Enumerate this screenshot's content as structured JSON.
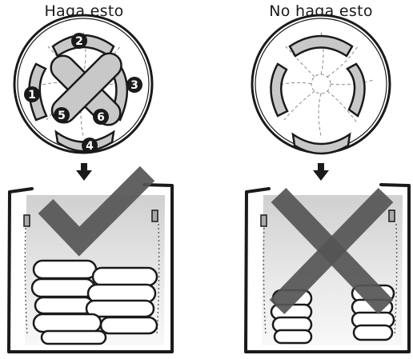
{
  "panels": {
    "left": {
      "title": "Haga esto"
    },
    "right": {
      "title": "No haga esto"
    }
  },
  "load_order": [
    "1",
    "2",
    "3",
    "4",
    "5",
    "6"
  ],
  "colors": {
    "outline": "#1a1a1a",
    "mark": "#555555",
    "item_fill": "#ffffff",
    "tub_gradient_top": "#d2d2d2",
    "tub_gradient_bottom": "#f7f7f7"
  }
}
